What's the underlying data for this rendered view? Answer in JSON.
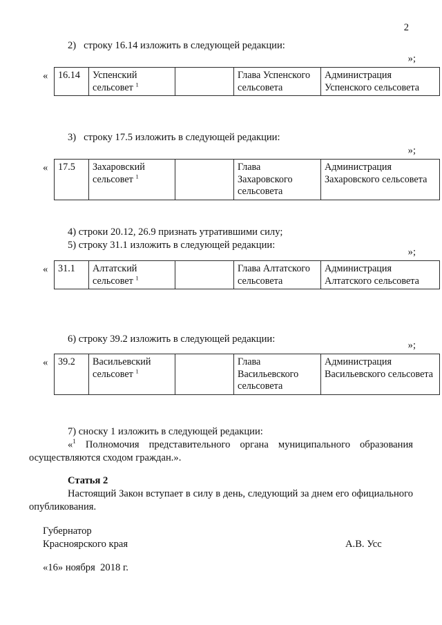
{
  "page": {
    "number": "2"
  },
  "items": {
    "item2_intro": "2)   строку 16.14 изложить в следующей редакции:",
    "item3_intro": "3)   строку 17.5 изложить в следующей редакции:",
    "item4": "4) строки 20.12, 26.9 признать утратившими силу;",
    "item5_intro": "5) строку 31.1 изложить в следующей редакции:",
    "item6_intro": "6) строку 39.2 изложить в следующей редакции:",
    "item7_intro": "7) сноску 1 изложить в следующей редакции:"
  },
  "quotes": {
    "open": "«",
    "close": "»;"
  },
  "tables": [
    {
      "id": "table-16-14",
      "number": "16.14",
      "name": "Успенский сельсовет",
      "name_superscript": "1",
      "blank": "",
      "head": "Глава Успенского сельсовета",
      "administration": "Администрация Успенского сельсовета"
    },
    {
      "id": "table-17-5",
      "number": "17.5",
      "name": "Захаровский сельсовет",
      "name_superscript": "1",
      "blank": "",
      "head": "Глава Захаровского сельсовета",
      "administration": "Администрация Захаровского сельсовета"
    },
    {
      "id": "table-31-1",
      "number": "31.1",
      "name": "Алтатский сельсовет",
      "name_superscript": "1",
      "blank": "",
      "head": "Глава Алтатского сельсовета",
      "administration": "Администрация Алтатского сельсовета"
    },
    {
      "id": "table-39-2",
      "number": "39.2",
      "name": "Васильевский сельсовет",
      "name_superscript": "1",
      "blank": "",
      "head": "Глава Васильевского сельсовета",
      "administration": "Администрация Васильевского сельсовета"
    }
  ],
  "footnote": {
    "open_quote": "«",
    "superscript": "1",
    "text": "Полномочия представительного органа муниципального образования осуществляются сходом граждан.»."
  },
  "article": {
    "heading": "Статья 2",
    "body": "Настоящий Закон вступает в силу в день, следующий за днем его официального опубликования."
  },
  "signature": {
    "title_line1": "Губернатор",
    "title_line2": "Красноярского края",
    "name": "А.В. Усс",
    "date": "«16» ноября  2018 г."
  }
}
